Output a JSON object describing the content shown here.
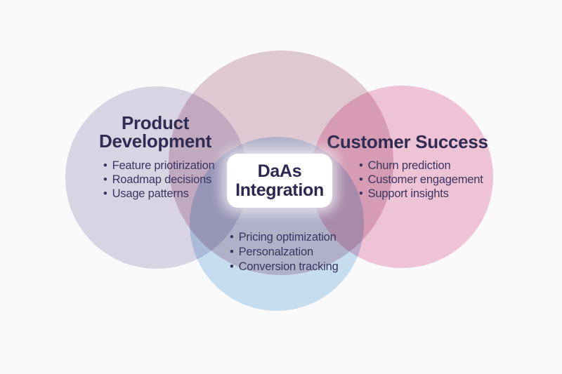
{
  "venn": {
    "bullet": "•",
    "center": {
      "line1": "DaAs",
      "line2": "Integration"
    },
    "left": {
      "title": "Product Development",
      "color": "#dcd9e8",
      "items": [
        "Feature priotirization",
        "Roadmap decisions",
        "Usage patterns"
      ]
    },
    "right": {
      "title": "Customer Success",
      "color": "#f3c7da",
      "items": [
        "Churn prediction",
        "Customer engagement",
        "Support insights"
      ]
    },
    "top": {
      "color": "#e4ccd7"
    },
    "bottom": {
      "color": "#c9e1f3",
      "items": [
        "Pricing optimization",
        "Personalzation",
        "Conversion tracking"
      ]
    }
  },
  "colors": {
    "background": "#fbfafb",
    "heading": "#2f2b52",
    "body_text": "#3a3561",
    "box_text": "#2b2750",
    "box_background": "#ffffff"
  }
}
